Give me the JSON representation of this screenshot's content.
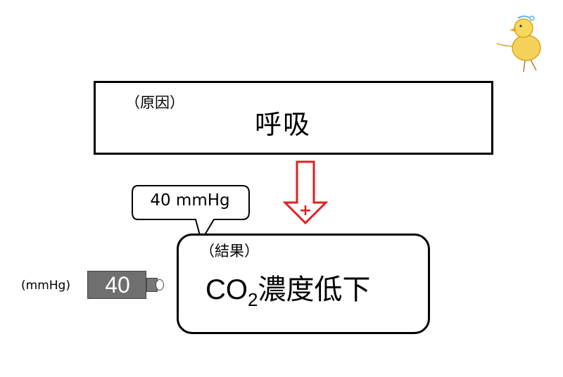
{
  "cause": {
    "tag": "（原因）",
    "text": "呼吸"
  },
  "arrow": {
    "sign": "+",
    "color": "#e02020"
  },
  "callout": {
    "text": "40 mmHg"
  },
  "result": {
    "tag": "（結果）",
    "co": "CO",
    "sub": "2",
    "text": "濃度低下"
  },
  "gauge": {
    "unit_label": "(mmHg)",
    "value": "40"
  },
  "decoration": {
    "icon": "chick-icon"
  }
}
